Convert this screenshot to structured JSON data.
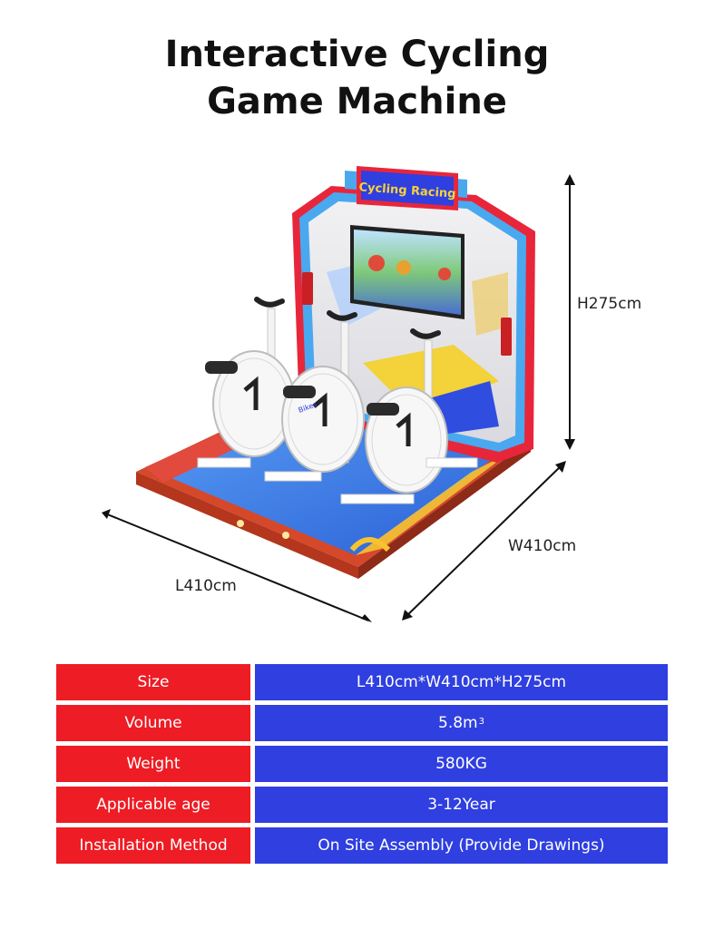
{
  "title": {
    "line1": "Interactive Cycling",
    "line2": "Game Machine"
  },
  "product": {
    "sign_text": "Cycling Racing",
    "bike_logo": "Bikes"
  },
  "dimensions": {
    "height": "H275cm",
    "width": "W410cm",
    "length": "L410cm"
  },
  "specs": [
    {
      "label": "Size",
      "value": "L410cm*W410cm*H275cm"
    },
    {
      "label": "Volume",
      "value": "5.8m",
      "value_sup": "3"
    },
    {
      "label": "Weight",
      "value": "580KG"
    },
    {
      "label": "Applicable age",
      "value": "3-12Year"
    },
    {
      "label": "Installation Method",
      "value": "On Site Assembly (Provide Drawings)"
    }
  ],
  "colors": {
    "label_bg": "#ee1c24",
    "value_bg": "#2f3fe0",
    "frame": "#e8263a",
    "floor": "#3f73e6"
  }
}
